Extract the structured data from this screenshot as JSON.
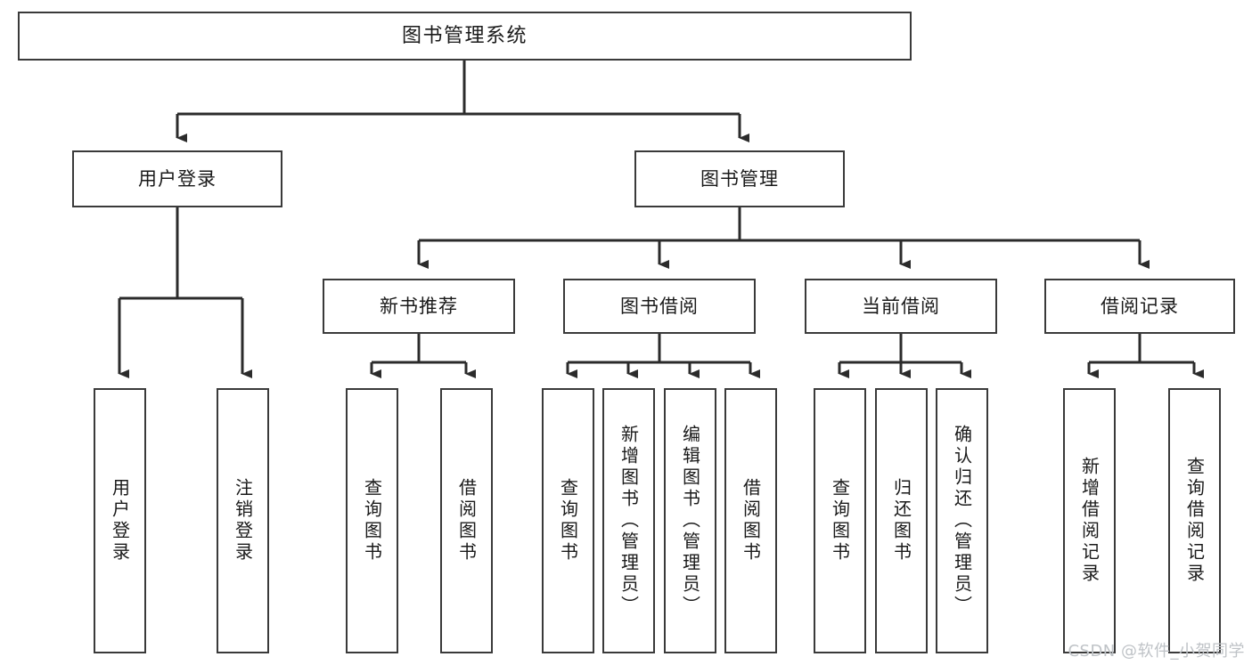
{
  "diagram": {
    "title": "图书管理系统",
    "type": "tree-hierarchy-diagram",
    "stroke_color": "#3a3a3a",
    "fill_color": "#ffffff",
    "text_color": "#1a1a1a",
    "root": {
      "label": "图书管理系统"
    },
    "level2": [
      {
        "label": "用户登录"
      },
      {
        "label": "图书管理"
      }
    ],
    "level3": [
      {
        "label": "新书推荐"
      },
      {
        "label": "图书借阅"
      },
      {
        "label": "当前借阅"
      },
      {
        "label": "借阅记录"
      }
    ],
    "leaves": {
      "user_login": [
        {
          "label": "用户登录"
        },
        {
          "label": "注销登录"
        }
      ],
      "new_book_recommend": [
        {
          "label": "查询图书"
        },
        {
          "label": "借阅图书"
        }
      ],
      "book_borrow": [
        {
          "label": "查询图书"
        },
        {
          "label": "新增图书（管理员）"
        },
        {
          "label": "编辑图书（管理员）"
        },
        {
          "label": "借阅图书"
        }
      ],
      "current_borrow": [
        {
          "label": "查询图书"
        },
        {
          "label": "归还图书"
        },
        {
          "label": "确认归还（管理员）"
        }
      ],
      "borrow_record": [
        {
          "label": "新增借阅记录"
        },
        {
          "label": "查询借阅记录"
        }
      ]
    }
  },
  "watermark": {
    "text": "CSDN @软件_小贺同学"
  }
}
